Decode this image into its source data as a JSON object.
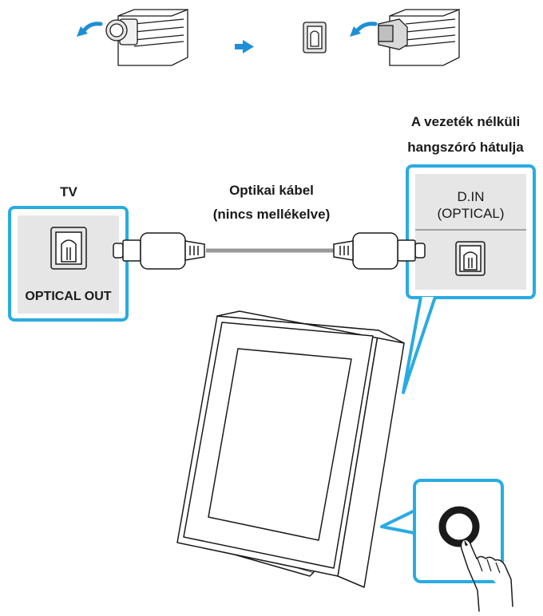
{
  "tv": {
    "label": "TV",
    "port_label": "OPTICAL OUT"
  },
  "cable": {
    "label_line1": "Optikai kábel",
    "label_line2": "(nincs mellékelve)"
  },
  "speaker_back": {
    "label_line1": "A vezeték nélküli",
    "label_line2": "hangszóró hátulja",
    "port_label_line1": "D.IN",
    "port_label_line2": "(OPTICAL)"
  },
  "colors": {
    "callout_blue": "#29ABE2",
    "panel_gray": "#E6E6E6",
    "arrow_blue": "#1E8FD6",
    "cable_gray": "#999999"
  },
  "icons": [
    "optical-port-icon",
    "optical-plug-icon",
    "power-button-icon",
    "finger-press-icon",
    "arrow-right-icon",
    "arrow-left-icon"
  ]
}
